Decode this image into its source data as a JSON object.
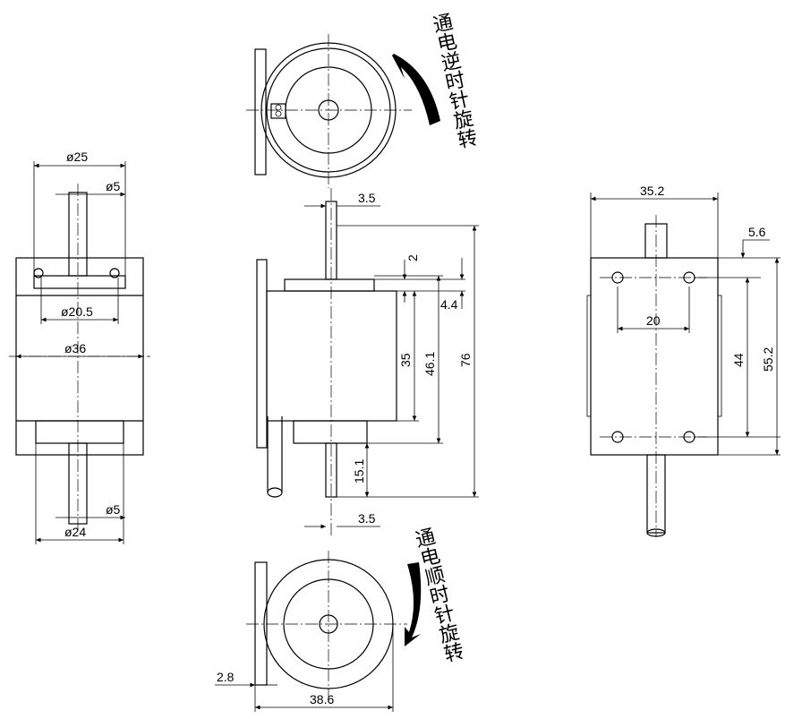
{
  "left_view": {
    "d_top": "ø25",
    "shaft_top": "ø5",
    "hole_spacing": "ø20.5",
    "body": "ø36",
    "shaft_bottom": "ø5",
    "d_bottom": "ø24"
  },
  "side_view": {
    "shaft_top": "3.5",
    "flange": "2",
    "flange_offset": "4.4",
    "coil": "35",
    "body": "46.1",
    "total": "76",
    "shaft_ext": "15.1",
    "shaft_bottom": "3.5"
  },
  "right_view": {
    "width": "35.2",
    "offset": "5.6",
    "hole_x": "20",
    "hole_y": "44",
    "height": "55.2"
  },
  "bottom_view": {
    "plate": "2.8",
    "width": "38.6"
  },
  "annotations": {
    "ccw": "通电逆时针旋转",
    "cw": "通电顺时针旋转"
  }
}
